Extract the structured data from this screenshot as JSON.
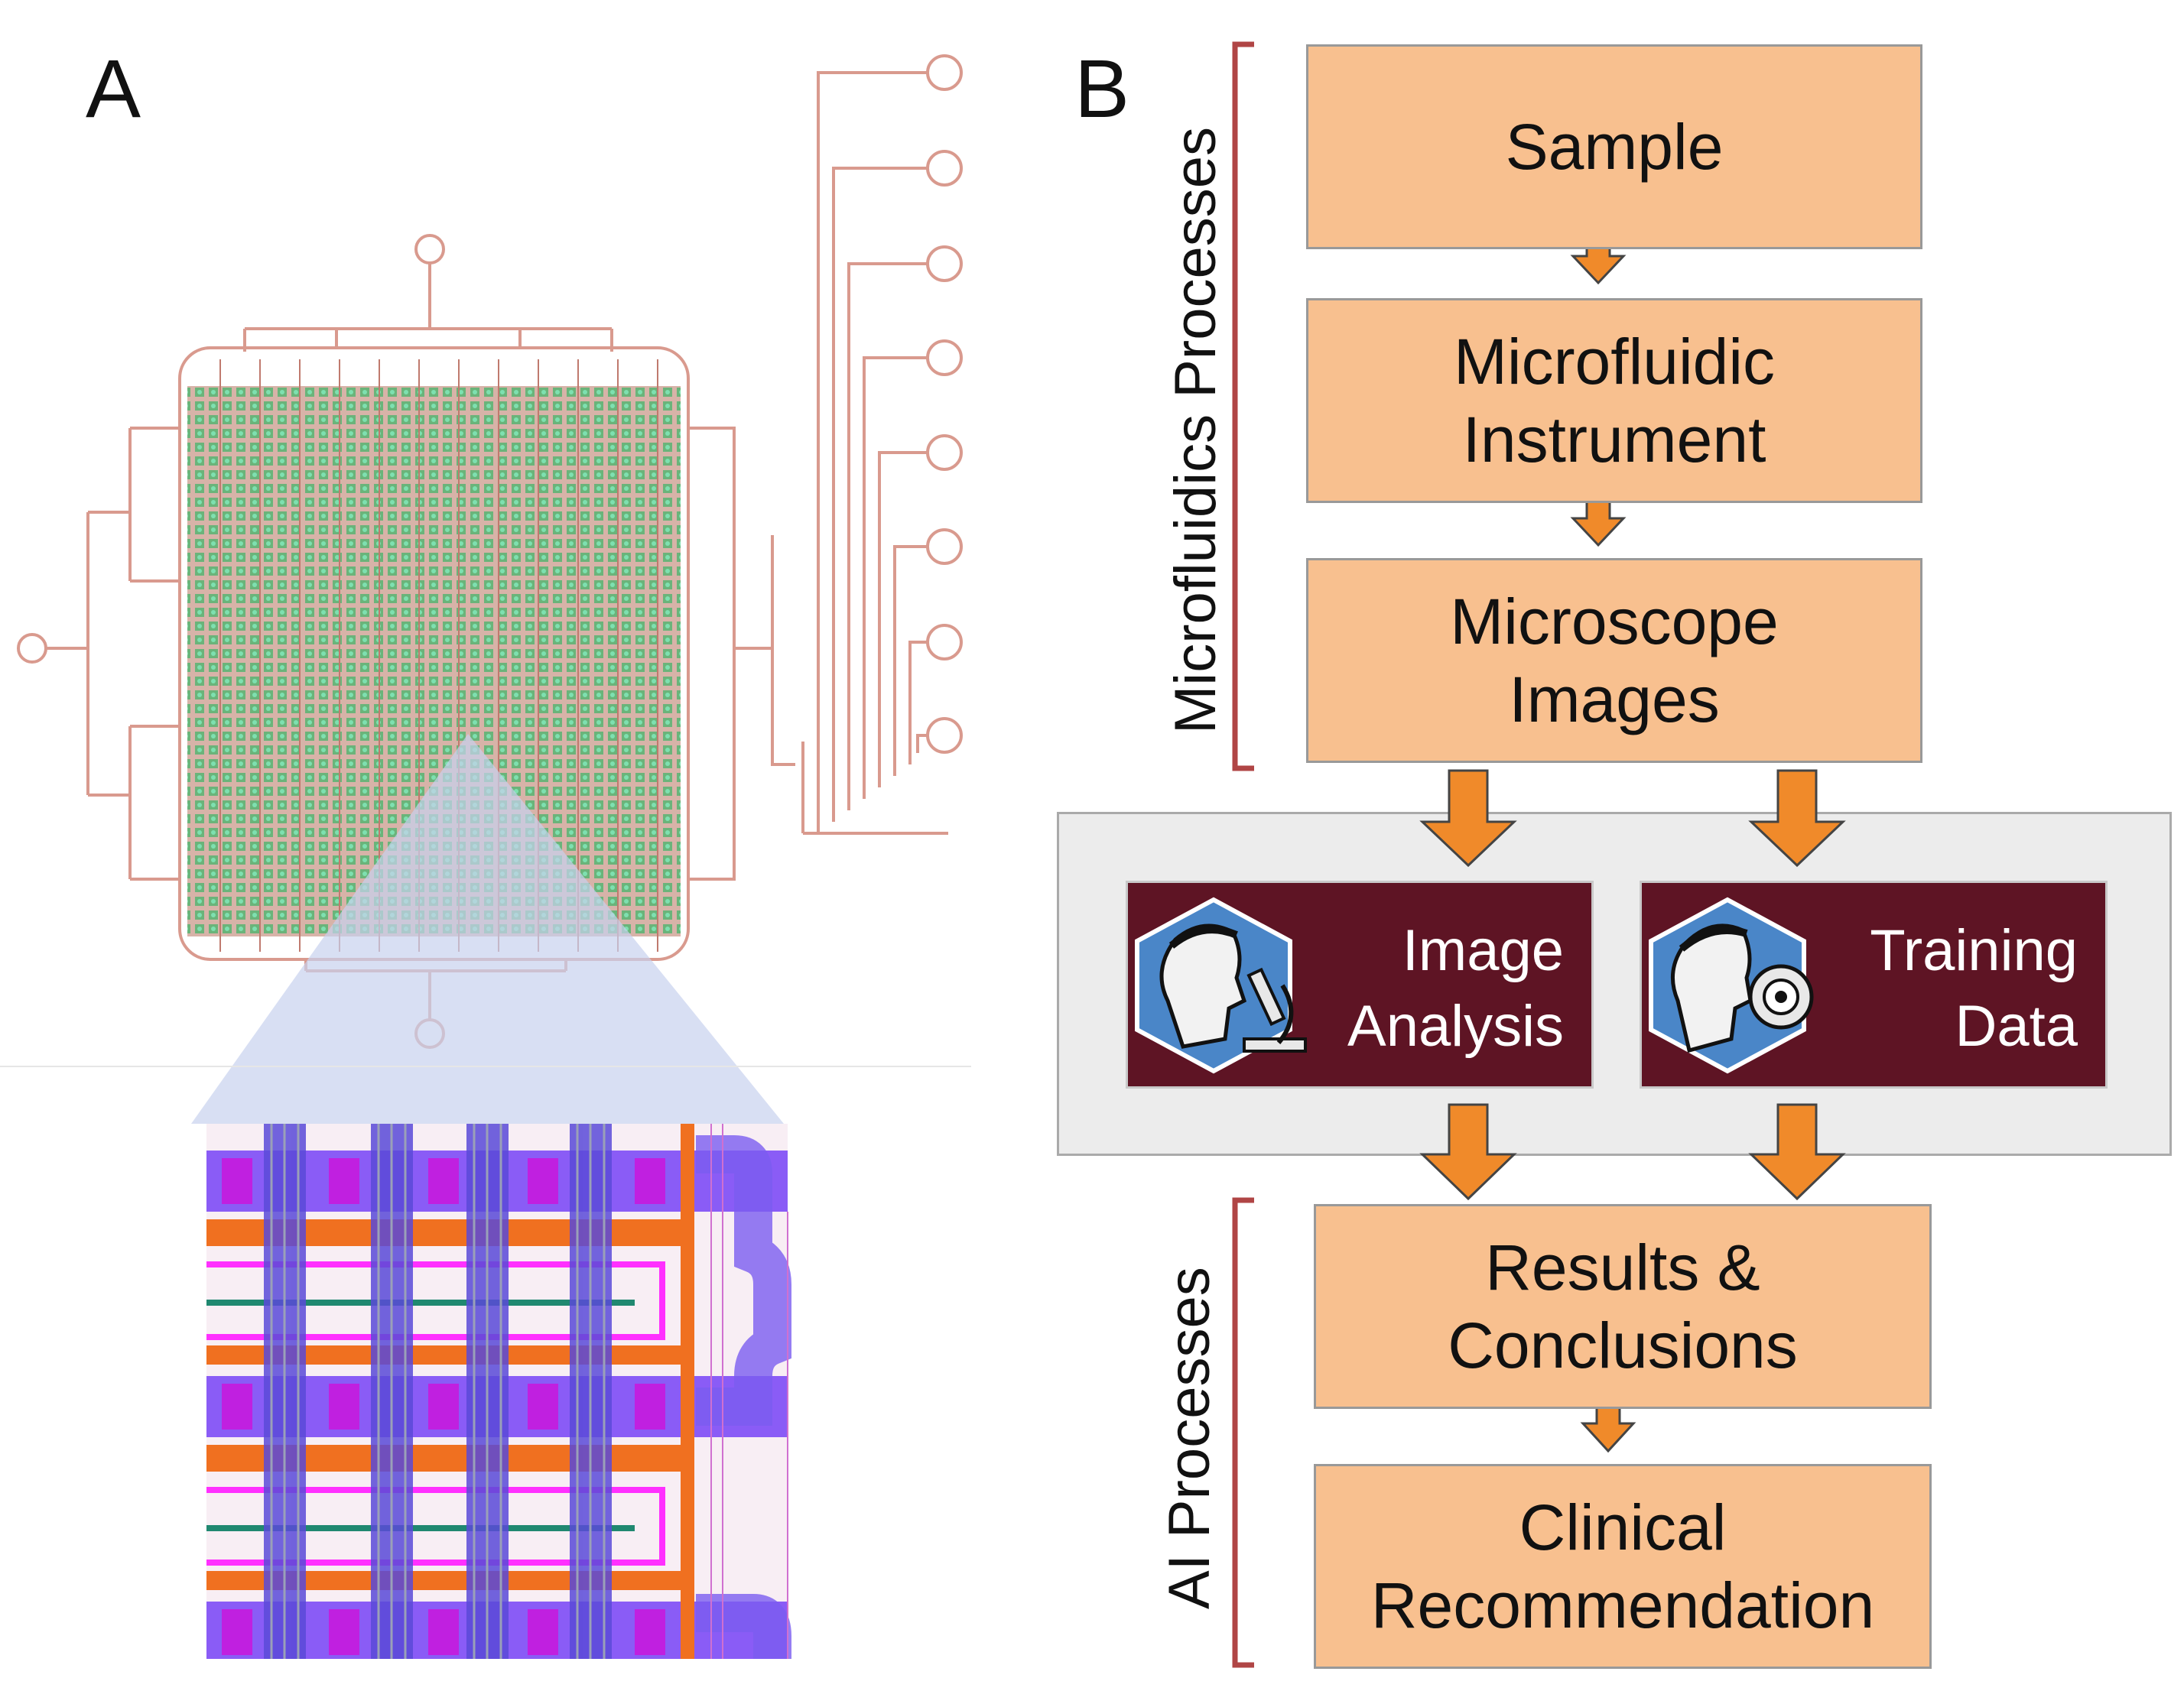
{
  "panels": {
    "a": "A",
    "b": "B"
  },
  "groups": {
    "microfluidics": "Microfluidics  Processes",
    "ai": "AI Processes"
  },
  "flow": {
    "sample": [
      "Sample"
    ],
    "instrument": [
      "Microfluidic",
      "Instrument"
    ],
    "microscope": [
      "Microscope",
      "Images"
    ],
    "results": [
      "Results &",
      "Conclusions"
    ],
    "clinical": [
      "Clinical",
      "Recommendation"
    ]
  },
  "ai_modules": {
    "image_analysis": [
      "Image",
      "Analysis"
    ],
    "training_data": [
      "Training",
      "Data"
    ]
  },
  "colors": {
    "box_fill": "#f8c08f",
    "arrow": "#f08a2a",
    "ai_box": "#5e1424",
    "bracket": "#b04545",
    "chip_trace": "#d99a8e",
    "chip_green": "#4caf6a",
    "layout_purple": "#8a5cf6",
    "layout_orange": "#f07020",
    "layout_magenta": "#ff30ff"
  },
  "icons": [
    "microscope-icon",
    "dumbbell-icon"
  ]
}
